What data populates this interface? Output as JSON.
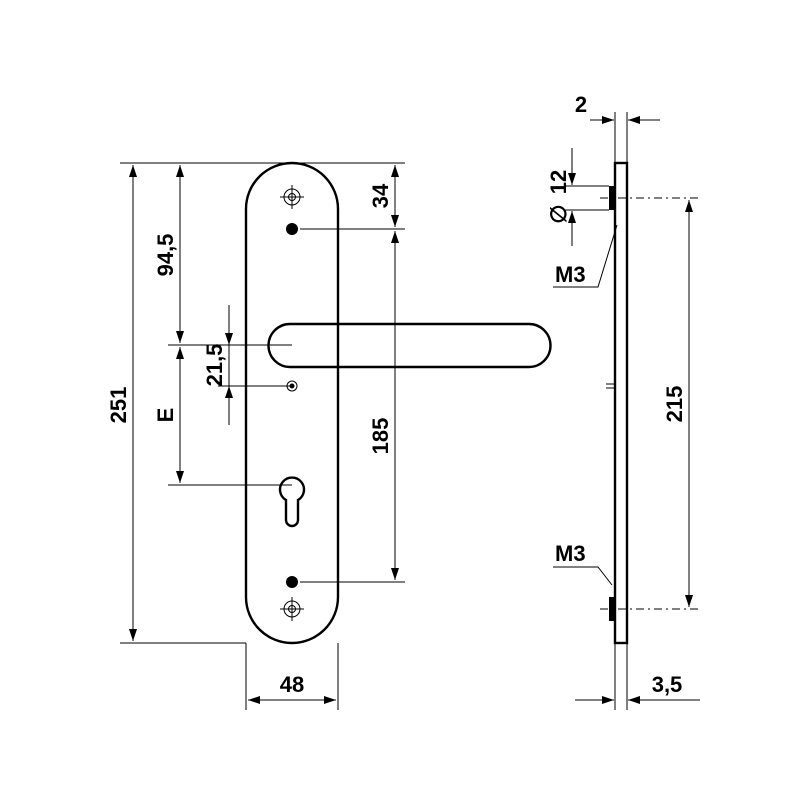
{
  "labels": {
    "overall_length": "251",
    "backset_top": "94,5",
    "dim_e": "E",
    "dim_21_5": "21,5",
    "dim_34": "34",
    "screw_spacing": "185",
    "plate_width": "48",
    "side_thickness_top": "2",
    "screw_diameter_symbol": "∅",
    "screw_diameter": "12",
    "thread_top": "M3",
    "side_length": "215",
    "thread_bottom": "M3",
    "plate_thickness": "3,5"
  },
  "colors": {
    "ink": "#000000",
    "background": "#ffffff"
  }
}
